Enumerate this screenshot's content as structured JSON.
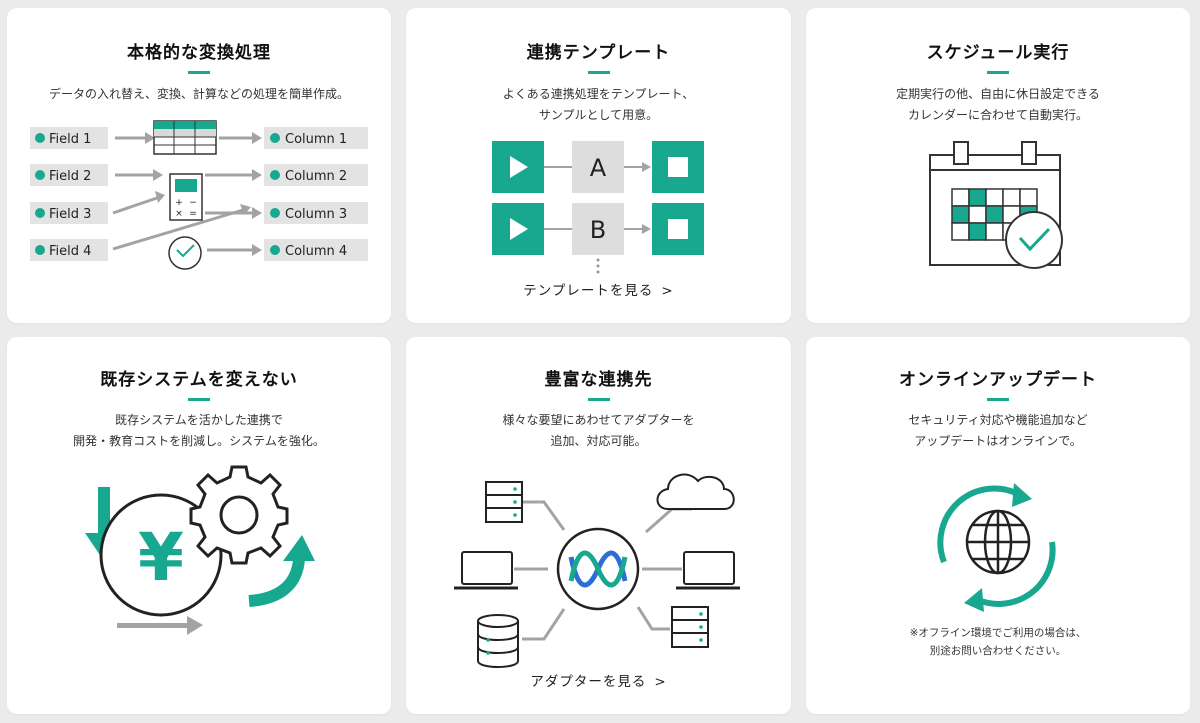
{
  "colors": {
    "accent": "#17a88f",
    "gray": "#a3a3a3",
    "label_bg": "#e3e3e3",
    "dark": "#222222"
  },
  "cards": {
    "conversion": {
      "title": "本格的な変換処理",
      "desc": "データの入れ替え、変換、計算などの処理を簡単作成。",
      "fields": [
        "Field 1",
        "Field 2",
        "Field 3",
        "Field 4"
      ],
      "columns": [
        "Column 1",
        "Column 2",
        "Column 3",
        "Column 4"
      ],
      "calc_keys": [
        "+",
        "−",
        "×",
        "="
      ]
    },
    "template": {
      "title": "連携テンプレート",
      "desc_lines": [
        "よくある連携処理をテンプレート、",
        "サンプルとして用意。"
      ],
      "rows": [
        "A",
        "B"
      ],
      "link": "テンプレートを見る",
      "link_icon": "chevron-right-icon"
    },
    "schedule": {
      "title": "スケジュール実行",
      "desc_lines": [
        "定期実行の他、自由に休日設定できる",
        "カレンダーに合わせて自動実行。"
      ]
    },
    "legacy": {
      "title": "既存システムを変えない",
      "desc_lines": [
        "既存システムを活かした連携で",
        "開発・教育コストを削減し。システムを強化。"
      ],
      "currency_symbol": "¥"
    },
    "connectors": {
      "title": "豊富な連携先",
      "desc_lines": [
        "様々な要望にあわせてアダプターを",
        "追加、対応可能。"
      ],
      "link": "アダプターを見る",
      "link_icon": "chevron-right-icon"
    },
    "update": {
      "title": "オンラインアップデート",
      "desc_lines": [
        "セキュリティ対応や機能追加など",
        "アップデートはオンラインで。"
      ],
      "note_lines": [
        "※オフライン環境でご利用の場合は、",
        "別途お問い合わせください。"
      ]
    }
  }
}
